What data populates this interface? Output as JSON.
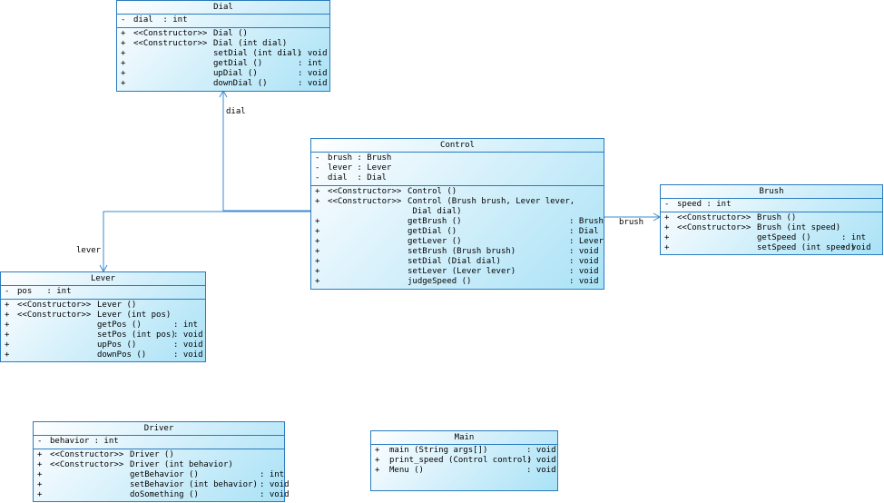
{
  "classes": {
    "dial": {
      "name": "Dial",
      "attributes": [
        {
          "vis": "-",
          "name": "dial",
          "type": ": int"
        }
      ],
      "operations": [
        {
          "vis": "+",
          "stereo": "<<Constructor>>",
          "name": "Dial ()",
          "ret": ""
        },
        {
          "vis": "+",
          "stereo": "<<Constructor>>",
          "name": "Dial (int dial)",
          "ret": ""
        },
        {
          "vis": "+",
          "stereo": "",
          "name": "setDial (int dial)",
          "ret": ": void"
        },
        {
          "vis": "+",
          "stereo": "",
          "name": "getDial ()",
          "ret": ": int"
        },
        {
          "vis": "+",
          "stereo": "",
          "name": "upDial ()",
          "ret": ": void"
        },
        {
          "vis": "+",
          "stereo": "",
          "name": "downDial ()",
          "ret": ": void"
        }
      ]
    },
    "control": {
      "name": "Control",
      "attributes": [
        {
          "vis": "-",
          "name": "brush",
          "type": ": Brush"
        },
        {
          "vis": "-",
          "name": "lever",
          "type": ": Lever"
        },
        {
          "vis": "-",
          "name": "dial",
          "type": ": Dial"
        }
      ],
      "operations": [
        {
          "vis": "+",
          "stereo": "<<Constructor>>",
          "name": "Control ()",
          "ret": ""
        },
        {
          "vis": "+",
          "stereo": "<<Constructor>>",
          "name": "Control (Brush brush, Lever lever,",
          "ret": ""
        },
        {
          "vis": "",
          "stereo": "",
          "name": " Dial dial)",
          "ret": ""
        },
        {
          "vis": "+",
          "stereo": "",
          "name": "getBrush ()",
          "ret": ": Brush"
        },
        {
          "vis": "+",
          "stereo": "",
          "name": "getDial ()",
          "ret": ": Dial"
        },
        {
          "vis": "+",
          "stereo": "",
          "name": "getLever ()",
          "ret": ": Lever"
        },
        {
          "vis": "+",
          "stereo": "",
          "name": "setBrush (Brush brush)",
          "ret": ": void"
        },
        {
          "vis": "+",
          "stereo": "",
          "name": "setDial (Dial dial)",
          "ret": ": void"
        },
        {
          "vis": "+",
          "stereo": "",
          "name": "setLever (Lever lever)",
          "ret": ": void"
        },
        {
          "vis": "+",
          "stereo": "",
          "name": "judgeSpeed ()",
          "ret": ": void"
        }
      ]
    },
    "brush": {
      "name": "Brush",
      "attributes": [
        {
          "vis": "-",
          "name": "speed",
          "type": ": int"
        }
      ],
      "operations": [
        {
          "vis": "+",
          "stereo": "<<Constructor>>",
          "name": "Brush ()",
          "ret": ""
        },
        {
          "vis": "+",
          "stereo": "<<Constructor>>",
          "name": "Brush (int speed)",
          "ret": ""
        },
        {
          "vis": "+",
          "stereo": "",
          "name": "getSpeed ()",
          "ret": ": int"
        },
        {
          "vis": "+",
          "stereo": "",
          "name": "setSpeed (int speed)",
          "ret": ": void"
        }
      ]
    },
    "lever": {
      "name": "Lever",
      "attributes": [
        {
          "vis": "-",
          "name": "pos",
          "type": ": int"
        }
      ],
      "operations": [
        {
          "vis": "+",
          "stereo": "<<Constructor>>",
          "name": "Lever ()",
          "ret": ""
        },
        {
          "vis": "+",
          "stereo": "<<Constructor>>",
          "name": "Lever (int pos)",
          "ret": ""
        },
        {
          "vis": "+",
          "stereo": "",
          "name": "getPos ()",
          "ret": ": int"
        },
        {
          "vis": "+",
          "stereo": "",
          "name": "setPos (int pos)",
          "ret": ": void"
        },
        {
          "vis": "+",
          "stereo": "",
          "name": "upPos ()",
          "ret": ": void"
        },
        {
          "vis": "+",
          "stereo": "",
          "name": "downPos ()",
          "ret": ": void"
        }
      ]
    },
    "driver": {
      "name": "Driver",
      "attributes": [
        {
          "vis": "-",
          "name": "behavior",
          "type": ": int"
        }
      ],
      "operations": [
        {
          "vis": "+",
          "stereo": "<<Constructor>>",
          "name": "Driver ()",
          "ret": ""
        },
        {
          "vis": "+",
          "stereo": "<<Constructor>>",
          "name": "Driver (int behavior)",
          "ret": ""
        },
        {
          "vis": "+",
          "stereo": "",
          "name": "getBehavior ()",
          "ret": ": int"
        },
        {
          "vis": "+",
          "stereo": "",
          "name": "setBehavior (int behavior)",
          "ret": ": void"
        },
        {
          "vis": "+",
          "stereo": "",
          "name": "doSomething ()",
          "ret": ": void"
        }
      ]
    },
    "main": {
      "name": "Main",
      "attributes": [],
      "operations": [
        {
          "vis": "+",
          "stereo": "",
          "name": "main (String args[])",
          "ret": ": void"
        },
        {
          "vis": "+",
          "stereo": "",
          "name": "print_speed (Control control)",
          "ret": ": void"
        },
        {
          "vis": "+",
          "stereo": "",
          "name": "Menu ()",
          "ret": ": void"
        }
      ]
    }
  },
  "associations": {
    "dial": "dial",
    "lever": "lever",
    "brush": "brush"
  },
  "colors": {
    "border": "#2b7bbf",
    "edge": "#3a8ad0"
  }
}
